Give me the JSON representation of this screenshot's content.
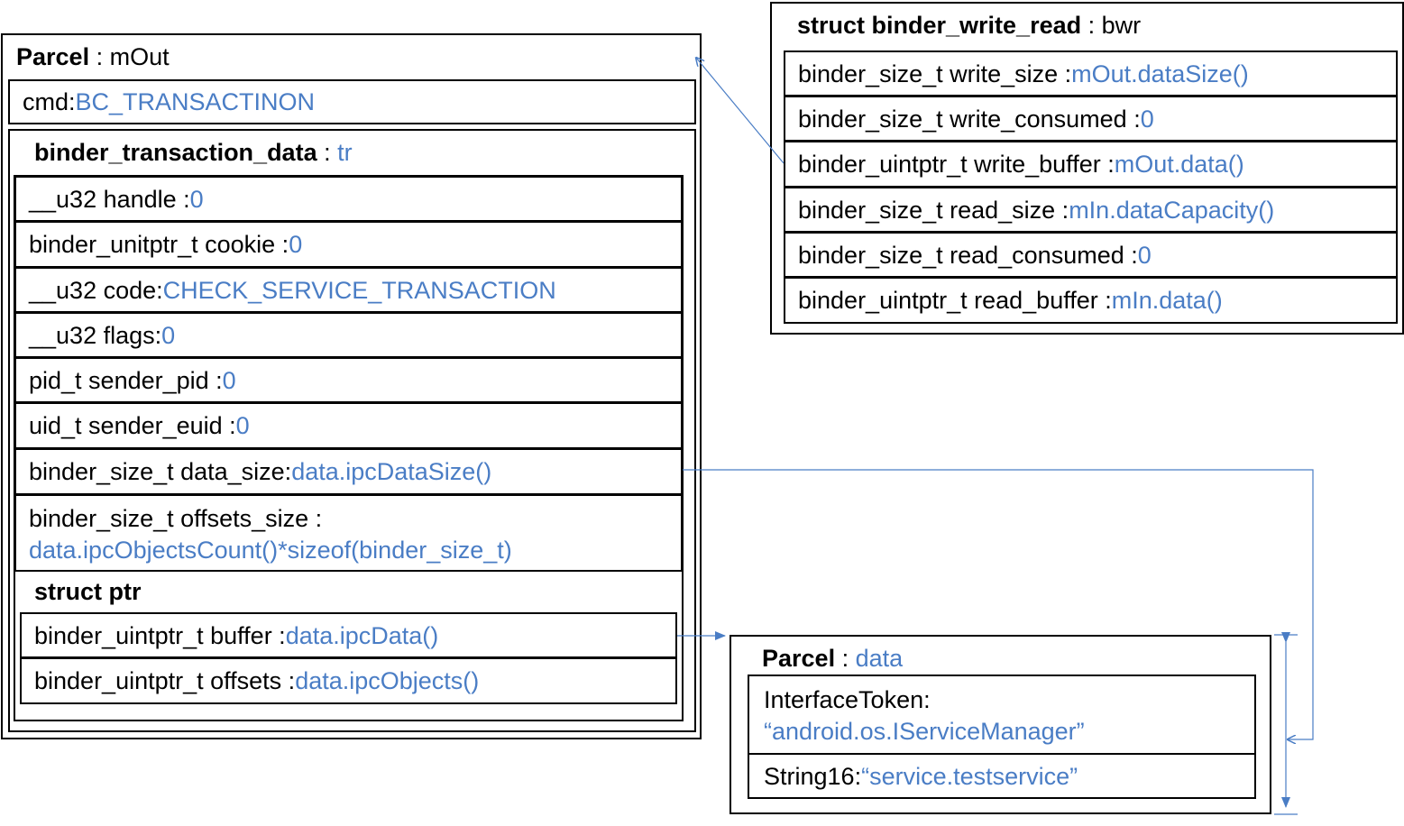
{
  "colors": {
    "value": "#4a7dc5",
    "border": "#000000",
    "connector": "#4a7dc5"
  },
  "mout": {
    "type": "Parcel",
    "sep": " : ",
    "name": "mOut",
    "cmd": {
      "label": "cmd: ",
      "value": "BC_TRANSACTINON"
    },
    "btd": {
      "type": "binder_transaction_data",
      "sep": " : ",
      "name": "tr",
      "fields": [
        {
          "label": "__u32 handle : ",
          "value": "0"
        },
        {
          "label": "binder_unitptr_t cookie : ",
          "value": "0"
        },
        {
          "label": "__u32 code: ",
          "value": "CHECK_SERVICE_TRANSACTION"
        },
        {
          "label": "__u32 flags: ",
          "value": "0"
        },
        {
          "label": "pid_t sender_pid : ",
          "value": "0"
        },
        {
          "label": "uid_t sender_euid : ",
          "value": "0"
        },
        {
          "label": "binder_size_t data_size: ",
          "value": "data.ipcDataSize()"
        }
      ],
      "offsets_size": {
        "label": "binder_size_t offsets_size :",
        "value": "data.ipcObjectsCount()*sizeof(binder_size_t)"
      },
      "ptr": {
        "title": "struct ptr",
        "buffer": {
          "label": "binder_uintptr_t buffer : ",
          "value": "data.ipcData()"
        },
        "offsets": {
          "label": "binder_uintptr_t offsets : ",
          "value": "data.ipcObjects()"
        }
      }
    }
  },
  "bwr": {
    "type": "struct binder_write_read",
    "sep": " : ",
    "name": "bwr",
    "fields": [
      {
        "label": "binder_size_t write_size : ",
        "value": "mOut.dataSize()"
      },
      {
        "label": "binder_size_t write_consumed : ",
        "value": "0"
      },
      {
        "label": "binder_uintptr_t write_buffer : ",
        "value": "mOut.data()"
      },
      {
        "label": "binder_size_t read_size : ",
        "value": "mIn.dataCapacity()"
      },
      {
        "label": "binder_size_t read_consumed : ",
        "value": "0"
      },
      {
        "label": "binder_uintptr_t read_buffer : ",
        "value": "mIn.data()"
      }
    ]
  },
  "data_parcel": {
    "type": "Parcel",
    "sep": " : ",
    "name": "data",
    "token": {
      "label": "InterfaceToken:",
      "value": "“android.os.IServiceManager”"
    },
    "string16": {
      "label": "String16: ",
      "value": "“service.testservice”"
    }
  }
}
